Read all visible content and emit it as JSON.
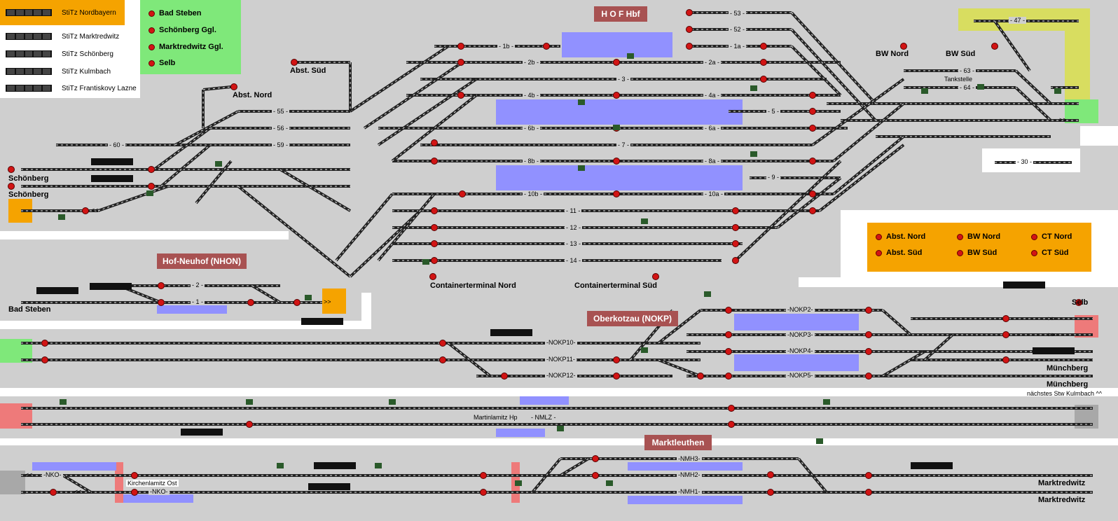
{
  "legend": {
    "items": [
      {
        "label": "StiTz Nordbayern"
      },
      {
        "label": "StiTz Marktredwitz"
      },
      {
        "label": "StiTz Schönberg"
      },
      {
        "label": "StiTz Kulmbach"
      },
      {
        "label": "StiTz Frantiskovy Lazne"
      }
    ]
  },
  "destinations_top": [
    "Bad Steben",
    "Schönberg Ggl.",
    "Marktredwitz Ggl.",
    "Selb"
  ],
  "destinations_right": [
    "Abst. Nord",
    "BW Nord",
    "CT Nord",
    "Abst. Süd",
    "BW Süd",
    "CT Süd"
  ],
  "stations": {
    "hof": "H O F  Hbf",
    "neuhof": "Hof-Neuhof (NHON)",
    "oberkotzau": "Oberkotzau (NOKP)",
    "marktleuthen": "Marktleuthen"
  },
  "labels": {
    "abst_sued": "Abst. Süd",
    "abst_nord": "Abst. Nord",
    "bw_nord": "BW Nord",
    "bw_sued": "BW Süd",
    "tankstelle": "Tankstelle",
    "schoenberg1": "Schönberg",
    "schoenberg2": "Schönberg",
    "bad_steben": "Bad Steben",
    "ct_nord": "Containerterminal Nord",
    "ct_sued": "Containerterminal Süd",
    "selb": "Selb",
    "muenchberg1": "Münchberg",
    "muenchberg2": "Münchberg",
    "naechstes": "nächstes Stw Kulmbach ^^",
    "martinlamitz": "Martinlamitz Hp",
    "nmlz": "- NMLZ -",
    "kirchenlamitz": "Kirchenlamitz Ost",
    "marktredwitz1": "Marktredwitz",
    "marktredwitz2": "Marktredwitz"
  },
  "tracks_hof": [
    {
      "name": "- 53 -"
    },
    {
      "name": "- 52 -"
    },
    {
      "name": "- 1a -"
    },
    {
      "name": "- 1b -"
    },
    {
      "name": "- 2b -"
    },
    {
      "name": "- 2a -"
    },
    {
      "name": "- 3 -"
    },
    {
      "name": "- 4b -"
    },
    {
      "name": "- 4a -"
    },
    {
      "name": "- 55 -"
    },
    {
      "name": "- 5 -"
    },
    {
      "name": "- 56 -"
    },
    {
      "name": "- 6b -"
    },
    {
      "name": "- 6a -"
    },
    {
      "name": "- 60 -"
    },
    {
      "name": "- 59 -"
    },
    {
      "name": "- 7 -"
    },
    {
      "name": "- 8b -"
    },
    {
      "name": "- 8a -"
    },
    {
      "name": "- 9 -"
    },
    {
      "name": "- 10b -"
    },
    {
      "name": "- 10a -"
    },
    {
      "name": "- 11 -"
    },
    {
      "name": "- 12 -"
    },
    {
      "name": "- 13 -"
    },
    {
      "name": "- 14 -"
    },
    {
      "name": "- 47 -"
    },
    {
      "name": "- 63 -"
    },
    {
      "name": "- 64 -"
    },
    {
      "name": "- 30 -"
    }
  ],
  "tracks_other": [
    {
      "name": "- 2 -"
    },
    {
      "name": "- 1 -"
    },
    {
      "name": "-NOKP10-"
    },
    {
      "name": "-NOKP11-"
    },
    {
      "name": "-NOKP12-"
    },
    {
      "name": "-NOKP2-"
    },
    {
      "name": "-NOKP3-"
    },
    {
      "name": "-NOKP4-"
    },
    {
      "name": "-NOKP5-"
    },
    {
      "name": "-NKO-"
    },
    {
      "name": "-NKO-"
    },
    {
      "name": "-NMH3-"
    },
    {
      "name": "-NMH2-"
    },
    {
      "name": "-NMH1-"
    }
  ],
  "arrows": [
    "<<",
    ">>",
    ">>",
    ">>",
    ">>",
    "<<",
    "<<"
  ]
}
